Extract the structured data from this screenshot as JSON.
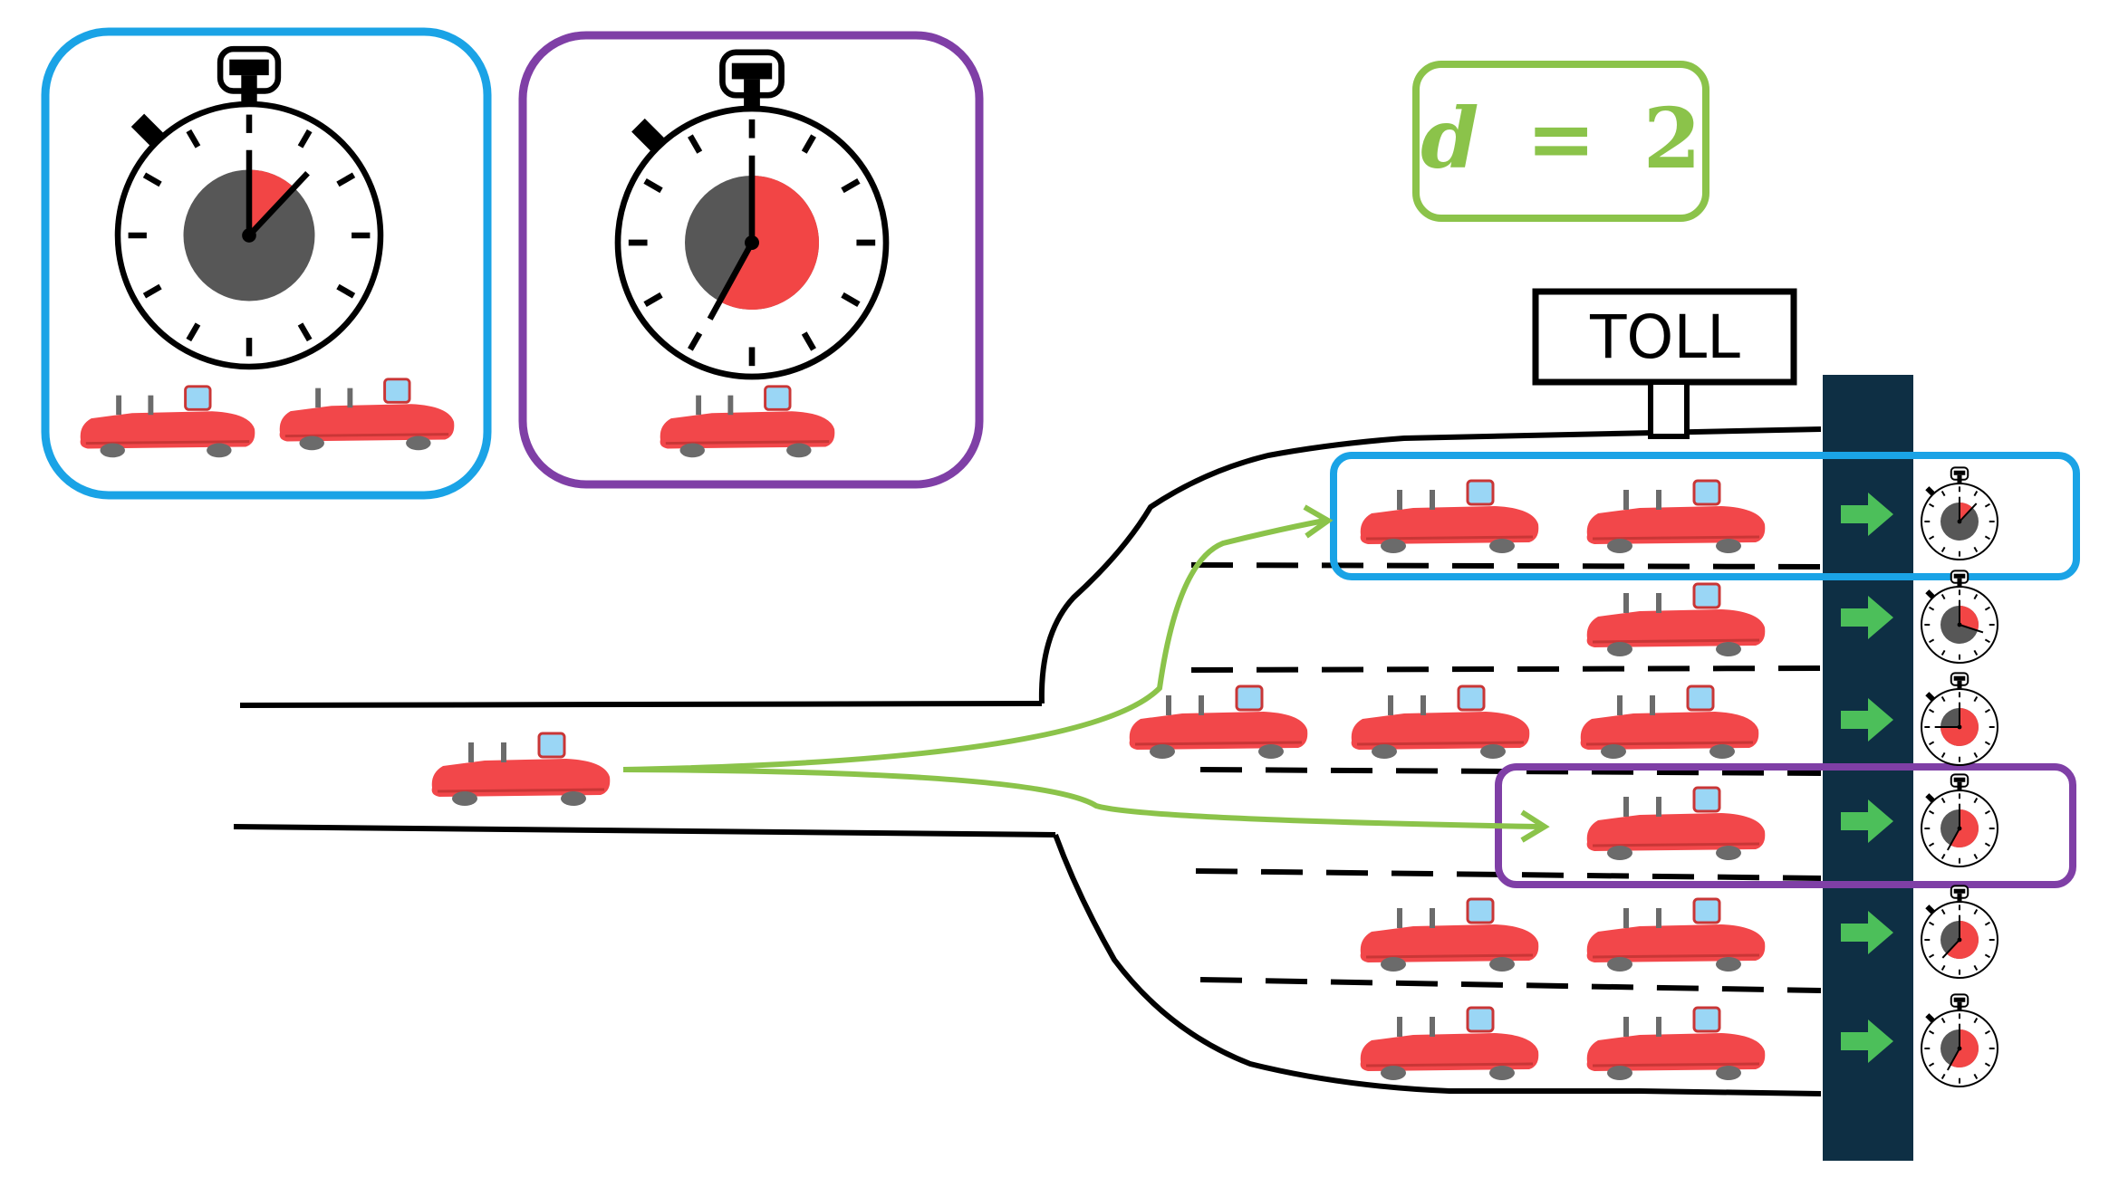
{
  "formula": {
    "d": "d",
    "eq": "=",
    "value": "2"
  },
  "toll_sign": "TOLL",
  "colors": {
    "blue": "#1aa3e6",
    "purple": "#7f3fa6",
    "green": "#8bc34a",
    "arrow_green": "#4cbf5a",
    "car_red": "#f2474a",
    "hand_red": "#f24545",
    "dial_gray": "#575757",
    "booth": "#0e2f44",
    "windshield": "#9ad6f5",
    "wheel": "#6b6b6b"
  },
  "legend": {
    "blue_box": {
      "cars_in_lane": 2,
      "timer_elapsed_fraction": 0.12
    },
    "purple_box": {
      "cars_in_lane": 1,
      "timer_elapsed_fraction": 0.58
    }
  },
  "lanes": [
    {
      "cars": 2,
      "timer_elapsed_fraction": 0.12,
      "highlight": "blue"
    },
    {
      "cars": 1,
      "timer_elapsed_fraction": 0.3,
      "highlight": ""
    },
    {
      "cars": 3,
      "timer_elapsed_fraction": 0.75,
      "highlight": ""
    },
    {
      "cars": 1,
      "timer_elapsed_fraction": 0.58,
      "highlight": "purple"
    },
    {
      "cars": 2,
      "timer_elapsed_fraction": 0.62,
      "highlight": ""
    },
    {
      "cars": 2,
      "timer_elapsed_fraction": 0.58,
      "highlight": ""
    }
  ],
  "incoming_car": {
    "sampled_lanes": [
      1,
      4
    ]
  }
}
